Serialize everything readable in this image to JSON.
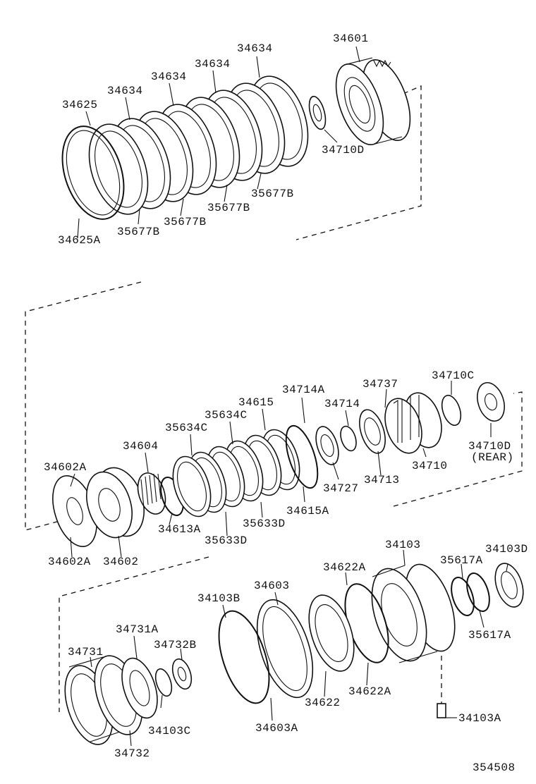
{
  "diagram": {
    "figure_number": "354508",
    "labels": [
      {
        "id": "34601",
        "text": "34601"
      },
      {
        "id": "34634_a",
        "text": "34634"
      },
      {
        "id": "34634_b",
        "text": "34634"
      },
      {
        "id": "34634_c",
        "text": "34634"
      },
      {
        "id": "34634_d",
        "text": "34634"
      },
      {
        "id": "34625",
        "text": "34625"
      },
      {
        "id": "34710D_top",
        "text": "34710D"
      },
      {
        "id": "35677B_a",
        "text": "35677B"
      },
      {
        "id": "35677B_b",
        "text": "35677B"
      },
      {
        "id": "35677B_c",
        "text": "35677B"
      },
      {
        "id": "35677B_d",
        "text": "35677B"
      },
      {
        "id": "34625A",
        "text": "34625A"
      },
      {
        "id": "34714A",
        "text": "34714A"
      },
      {
        "id": "34737",
        "text": "34737"
      },
      {
        "id": "34710C",
        "text": "34710C"
      },
      {
        "id": "34615",
        "text": "34615"
      },
      {
        "id": "34714",
        "text": "34714"
      },
      {
        "id": "35634C_a",
        "text": "35634C"
      },
      {
        "id": "35634C_b",
        "text": "35634C"
      },
      {
        "id": "34604",
        "text": "34604"
      },
      {
        "id": "34710D_rear",
        "text": "34710D"
      },
      {
        "id": "rear_note",
        "text": "(REAR)"
      },
      {
        "id": "34602A_top",
        "text": "34602A"
      },
      {
        "id": "34727",
        "text": "34727"
      },
      {
        "id": "34713",
        "text": "34713"
      },
      {
        "id": "34710",
        "text": "34710"
      },
      {
        "id": "34615A",
        "text": "34615A"
      },
      {
        "id": "34613A",
        "text": "34613A"
      },
      {
        "id": "35633D_a",
        "text": "35633D"
      },
      {
        "id": "35633D_b",
        "text": "35633D"
      },
      {
        "id": "34602A_bottom",
        "text": "34602A"
      },
      {
        "id": "34602",
        "text": "34602"
      },
      {
        "id": "34103",
        "text": "34103"
      },
      {
        "id": "34103D",
        "text": "34103D"
      },
      {
        "id": "34622A_top",
        "text": "34622A"
      },
      {
        "id": "35617A_top",
        "text": "35617A"
      },
      {
        "id": "34603",
        "text": "34603"
      },
      {
        "id": "34103B",
        "text": "34103B"
      },
      {
        "id": "34731A",
        "text": "34731A"
      },
      {
        "id": "34732B",
        "text": "34732B"
      },
      {
        "id": "34731",
        "text": "34731"
      },
      {
        "id": "35617A_bottom",
        "text": "35617A"
      },
      {
        "id": "34622A_bottom",
        "text": "34622A"
      },
      {
        "id": "34622",
        "text": "34622"
      },
      {
        "id": "34103C",
        "text": "34103C"
      },
      {
        "id": "34603A",
        "text": "34603A"
      },
      {
        "id": "34103A",
        "text": "34103A"
      },
      {
        "id": "34732",
        "text": "34732"
      }
    ]
  }
}
